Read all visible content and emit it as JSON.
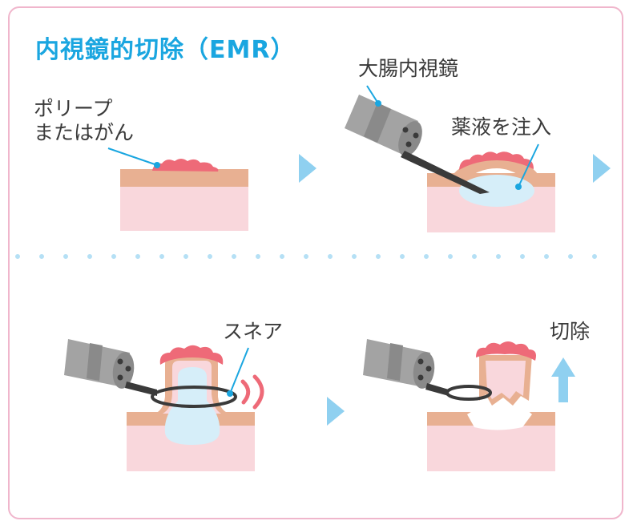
{
  "title": "内視鏡的切除（EMR）",
  "labels": {
    "polyp_line1": "ポリープ",
    "polyp_line2": "またはがん",
    "endoscope": "大腸内視鏡",
    "injection": "薬液を注入",
    "snare": "スネア",
    "resection": "切除"
  },
  "colors": {
    "accent": "#1aa6e0",
    "border": "#f0b6cc",
    "mucosa": "#e8b092",
    "submucosa": "#f9d7dc",
    "polyp": "#ee6a78",
    "fluid": "#d6eef9",
    "arrow": "#8fd0f0",
    "endoscope": "#a3a3a3"
  },
  "icons": {
    "step_arrow": "triangle-right-icon",
    "lift_arrow": "arrow-up-icon",
    "separator": "dotted-line"
  }
}
